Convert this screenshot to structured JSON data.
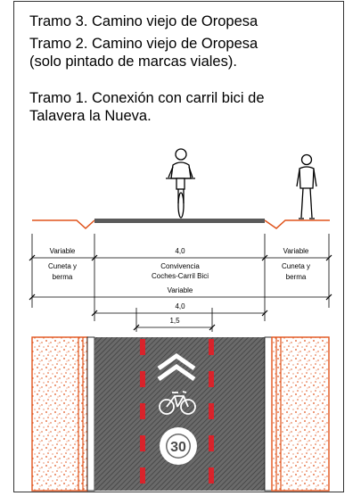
{
  "headings": {
    "tramo3": "Tramo 3. Camino viejo de Oropesa",
    "tramo2": "Tramo 2. Camino viejo de Oropesa\n(solo pintado de marcas viales).",
    "tramo1": "Tramo 1. Conexión con carril bici de\nTalavera la Nueva."
  },
  "cross_section": {
    "left_width": "Variable",
    "left_label": "Cuneta y\nberma",
    "center_width": "4,0",
    "center_label": "Convivencia\nCoches-Carril Bici",
    "right_width": "Variable",
    "right_label": "Cuneta y\nberma",
    "total_width": "Variable"
  },
  "plan_view": {
    "road_width": "4,0",
    "lane_width": "1,5",
    "speed_limit": "30"
  },
  "colors": {
    "ground_line": "#e0531b",
    "red_marking": "#d9232b",
    "road": "#5a5a5a"
  },
  "icons": [
    "cyclist-figure-icon",
    "pedestrian-figure-icon",
    "bicycle-symbol-icon",
    "chevron-icon"
  ]
}
